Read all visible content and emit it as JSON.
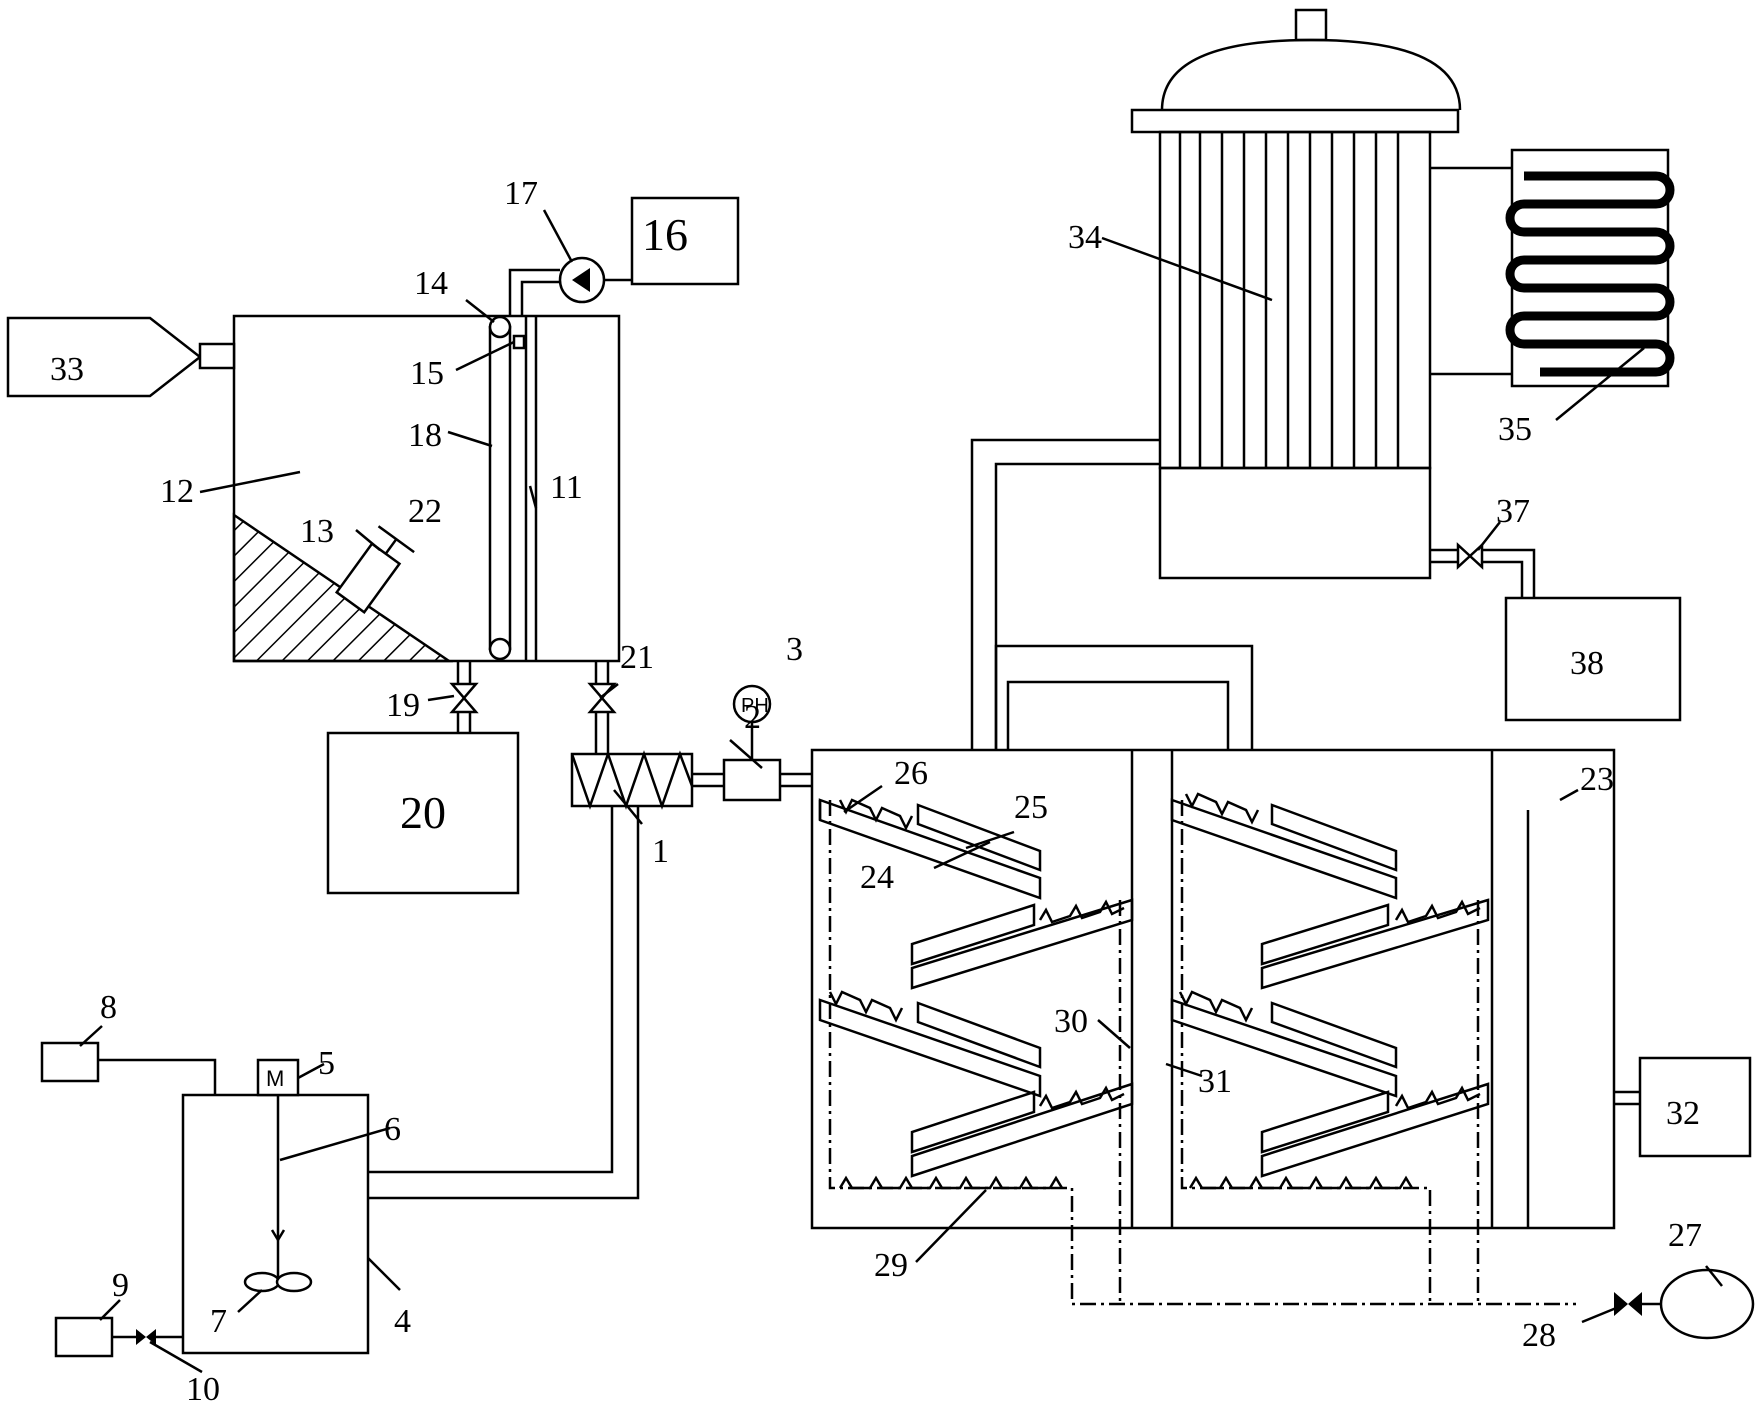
{
  "labels": {
    "n1": "1",
    "n2": "2",
    "n3": "3",
    "n4": "4",
    "n5": "5",
    "n6": "6",
    "n7": "7",
    "n8": "8",
    "n9": "9",
    "n10": "10",
    "n11": "11",
    "n12": "12",
    "n13": "13",
    "n14": "14",
    "n15": "15",
    "n16": "16",
    "n17": "17",
    "n18": "18",
    "n19": "19",
    "n20": "20",
    "n21": "21",
    "n22": "22",
    "n23": "23",
    "n24": "24",
    "n25": "25",
    "n26": "26",
    "n27": "27",
    "n28": "28",
    "n29": "29",
    "n30": "30",
    "n31": "31",
    "n32": "32",
    "n33": "33",
    "n34": "34",
    "n35": "35",
    "n37": "37",
    "n38": "38"
  },
  "instruments": {
    "ph": "PH",
    "motor": "M"
  }
}
